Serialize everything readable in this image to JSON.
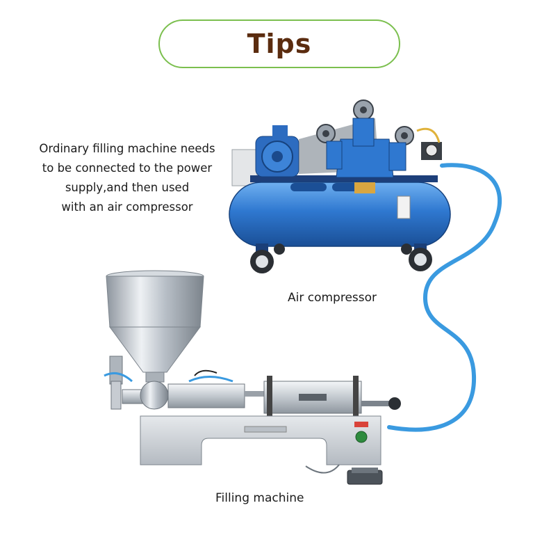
{
  "title": "Tips",
  "note_lines": [
    "Ordinary filling machine needs",
    "to be connected to the power",
    "supply,and then used",
    "with an air compressor"
  ],
  "captions": {
    "compressor": "Air compressor",
    "filler": "Filling machine"
  },
  "colors": {
    "pill_border": "#7bbf4e",
    "title": "#5b2c0f",
    "compressor_blue": "#2f78d0",
    "hose_blue": "#3a9ae0",
    "steel": "#c9cfd6"
  }
}
